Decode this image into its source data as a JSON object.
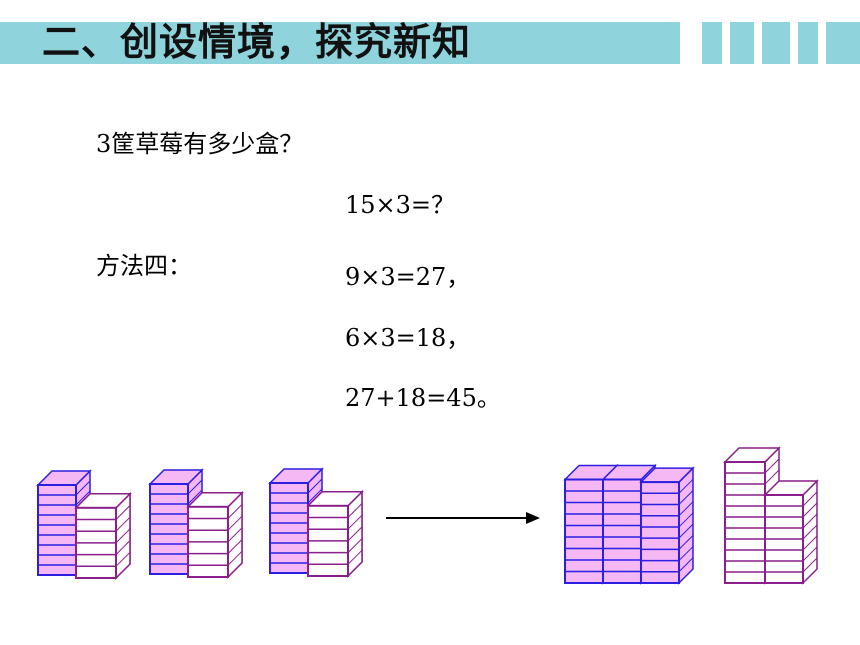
{
  "slide": {
    "title": "二、创设情境，探究新知",
    "question": "3筐草莓有多少盒？",
    "equation": "15×3=？",
    "method_label": "方法四：",
    "steps": [
      "9×3=27，",
      "6×3=18，",
      "27+18=45。"
    ]
  },
  "illustration": {
    "baskets_before": 3,
    "boxes_per_basket": 15,
    "tall_stack_boxes": 9,
    "short_stack_boxes": 6,
    "result_pink_boxes": 27,
    "result_white_boxes": 18
  },
  "colors": {
    "banner": "#8fd3dc",
    "pink_box": "#f5b8f5",
    "blue_outline": "#2d1fe0",
    "purple_outline": "#8a1e8a",
    "white_box": "#ffffff",
    "arrow": "#000000"
  }
}
